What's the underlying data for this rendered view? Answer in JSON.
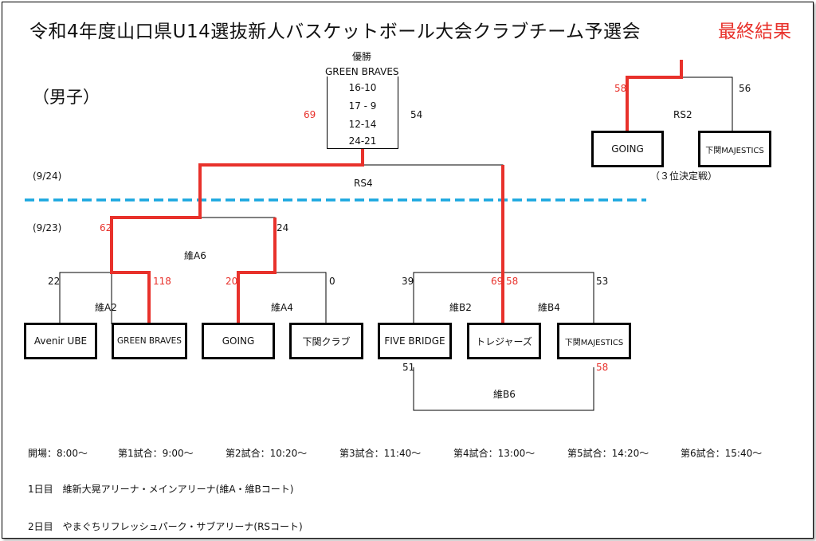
{
  "title": "令和4年度山口県U14選抜新人バスケットボール大会クラブチーム予選会",
  "result_label": "最終結果",
  "division": "（男子）",
  "champion": {
    "label": "優勝",
    "team": "GREEN BRAVES",
    "quarters": [
      "16-10",
      "17 - 9",
      "12-14",
      "24-21"
    ]
  },
  "final": {
    "court": "RS4",
    "score_left": "69",
    "score_right": "54"
  },
  "third_place": {
    "court": "RS2",
    "score_left": "58",
    "score_right": "56",
    "team_left": "GOING",
    "team_right": "下関MAJESTICS",
    "label": "（３位決定戦）"
  },
  "dates": {
    "day2": "(9/24)",
    "day1": "(9/23)"
  },
  "semis": {
    "a6": {
      "court": "維A6",
      "score_left": "62",
      "score_right": "24"
    },
    "b6": {
      "court": "維B6",
      "score_left": "51",
      "score_right": "58"
    }
  },
  "first_round": {
    "a2": {
      "court": "維A2",
      "score_left": "22",
      "score_right": "118"
    },
    "a4": {
      "court": "維A4",
      "score_left": "20",
      "score_right": "0"
    },
    "b2": {
      "court": "維B2",
      "score_left": "39",
      "score_right": "69"
    },
    "b4": {
      "court": "維B4",
      "score_left": "58",
      "score_right": "53"
    }
  },
  "teams": [
    "Avenir UBE",
    "GREEN BRAVES",
    "GOING",
    "下関クラブ",
    "FIVE BRIDGE",
    "トレジャーズ",
    "下関MAJESTICS"
  ],
  "schedule": [
    "開場：8:00～",
    "第1試合：9:00～",
    "第2試合：10:20～",
    "第3試合：11:40～",
    "第4試合：13:00～",
    "第5試合：14:20～",
    "第6試合：15:40～"
  ],
  "venues": {
    "day1": "1日目　維新大晃アリーナ・メインアリーナ(維A・維Bコート)",
    "day2": "2日目　やまぐちリフレッシュパーク・サブアリーナ(RSコート)"
  },
  "colors": {
    "winner_line": "#e8312b",
    "bracket_line": "#000000",
    "divider": "#1aa7df",
    "winner_score": "#e8312b"
  }
}
